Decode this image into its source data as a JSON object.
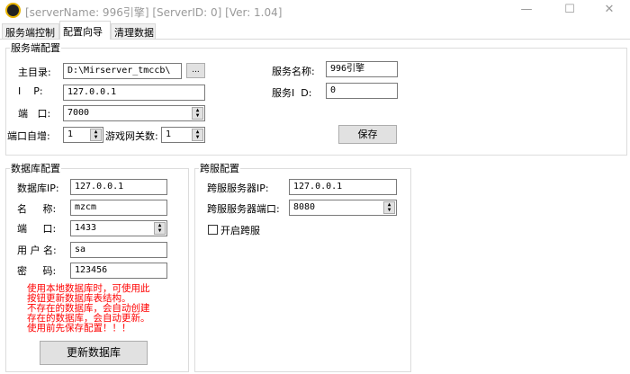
{
  "window": {
    "title": "[serverName: 996引擎] [ServerID: 0] [Ver:  1.04]",
    "minimize": "—",
    "maximize": "☐",
    "close": "✕"
  },
  "tabs": [
    {
      "label": "服务端控制"
    },
    {
      "label": "配置向导",
      "selected": true
    },
    {
      "label": "清理数据"
    }
  ],
  "server": {
    "title": "服务端配置",
    "home_label": "主目录:",
    "home_value": "D:\\Mirserver_tmccb\\",
    "browse": "...",
    "ip_label": "I    P:",
    "ip_value": "127.0.0.1",
    "port_label": "端   口:",
    "port_value": "7000",
    "port_inc_label": "端口自增:",
    "port_inc_value": "1",
    "gate_label": "游戏网关数:",
    "gate_value": "1",
    "name_label": "服务名称:",
    "name_value": "996引擎",
    "id_label": "服务I  D:",
    "id_value": "0",
    "save": "保存"
  },
  "database": {
    "title": "数据库配置",
    "ip_label": "数据库IP:",
    "ip_value": "127.0.0.1",
    "name_label": "名     称:",
    "name_value": "mzcm",
    "port_label": "端     口:",
    "port_value": "1433",
    "user_label": "用 户 名:",
    "user_value": "sa",
    "pass_label": "密     码:",
    "pass_value": "123456",
    "notes": [
      "使用本地数据库时，可使用此",
      "按钮更新数据库表结构。",
      "不存在的数据库，会自动创建",
      "存在的数据库，会自动更新。",
      "使用前先保存配置！！！"
    ],
    "update": "更新数据库"
  },
  "cross": {
    "title": "跨服配置",
    "ip_label": "跨服服务器IP:",
    "ip_value": "127.0.0.1",
    "port_label": "跨服服务器端口:",
    "port_value": "8080",
    "enable_label": "开启跨服",
    "enabled": false
  },
  "colors": {
    "note": "#ff0000"
  }
}
